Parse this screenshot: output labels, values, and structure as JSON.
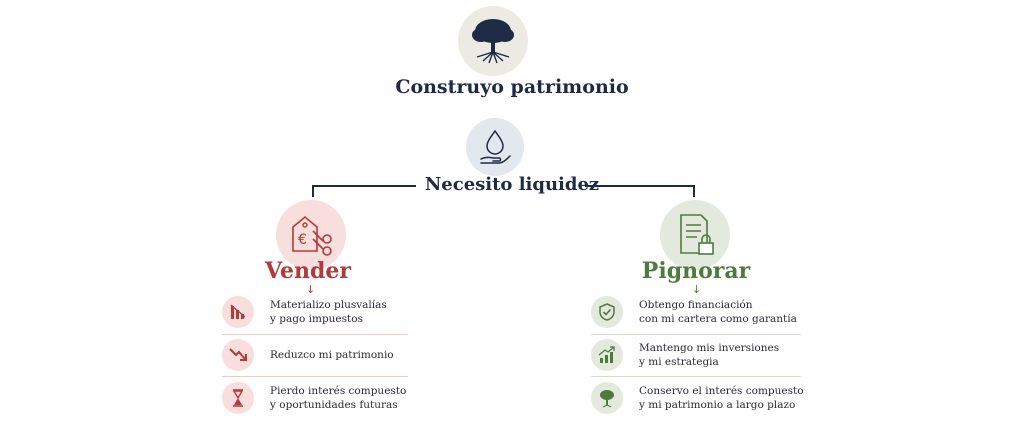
{
  "root": {
    "title": "Construyo patrimonio",
    "icon": "tree-roots-icon"
  },
  "mid": {
    "title": "Necesito liquidez",
    "icon": "hand-water-drop-icon"
  },
  "left": {
    "title": "Vender",
    "icon": "price-tag-scissors-icon",
    "color": "#b23a3a",
    "items": [
      {
        "icon": "declining-bars-icon",
        "line1": "Materializo plusvalías",
        "line2": "y pago impuestos"
      },
      {
        "icon": "down-trend-arrow-icon",
        "line1": "Reduzco mi patrimonio",
        "line2": ""
      },
      {
        "icon": "hourglass-icon",
        "line1": "Pierdo interés compuesto",
        "line2": "y oportunidades futuras"
      }
    ]
  },
  "right": {
    "title": "Pignorar",
    "icon": "document-lock-icon",
    "color": "#4f7a3e",
    "items": [
      {
        "icon": "shield-check-icon",
        "line1": "Obtengo financiación",
        "line2": "con mi cartera como garantía"
      },
      {
        "icon": "rising-bars-icon",
        "line1": "Mantengo mis inversiones",
        "line2": "y mi estrategia"
      },
      {
        "icon": "tree-icon",
        "line1": "Conservo el interés compuesto",
        "line2": "y mi patrimonio a largo plazo"
      }
    ]
  },
  "colors": {
    "navy": "#1f2a44",
    "red": "#b23a3a",
    "green": "#4f7a3e"
  }
}
